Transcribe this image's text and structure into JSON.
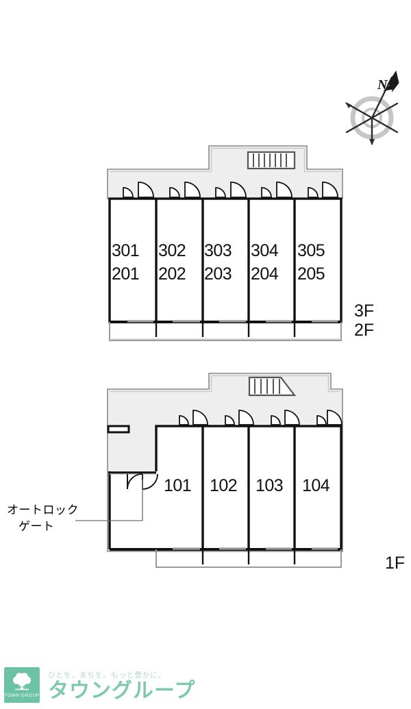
{
  "document": {
    "type": "building-floor-plan",
    "orientation_label": "N"
  },
  "colors": {
    "wall_fill": "#eeeeee",
    "wall_stroke": "#808080",
    "room_stroke": "#111111",
    "text": "#111111",
    "logo_green": "#6cc3a4",
    "logo_text_green": "#7ec9ae",
    "logo_tagline_green": "#b9d9cd"
  },
  "upper_plan": {
    "floor_labels": [
      "3F",
      "2F"
    ],
    "units": [
      {
        "upper": "301",
        "lower": "201"
      },
      {
        "upper": "302",
        "lower": "202"
      },
      {
        "upper": "303",
        "lower": "203"
      },
      {
        "upper": "304",
        "lower": "204"
      },
      {
        "upper": "305",
        "lower": "205"
      }
    ],
    "features": [
      "stairs",
      "entry-doors",
      "balconies"
    ]
  },
  "lower_plan": {
    "floor_label": "1F",
    "units": [
      "101",
      "102",
      "103",
      "104"
    ],
    "features": [
      "stairs",
      "entry-doors",
      "balconies",
      "auto-lock-gate"
    ],
    "annotation": {
      "line1": "オートロック",
      "line2": "ゲート"
    }
  },
  "footer": {
    "tagline": "ひとを、まちを、もっと豊かに。",
    "brand": "タウングループ",
    "mark_text": "TOWN GROUP"
  }
}
